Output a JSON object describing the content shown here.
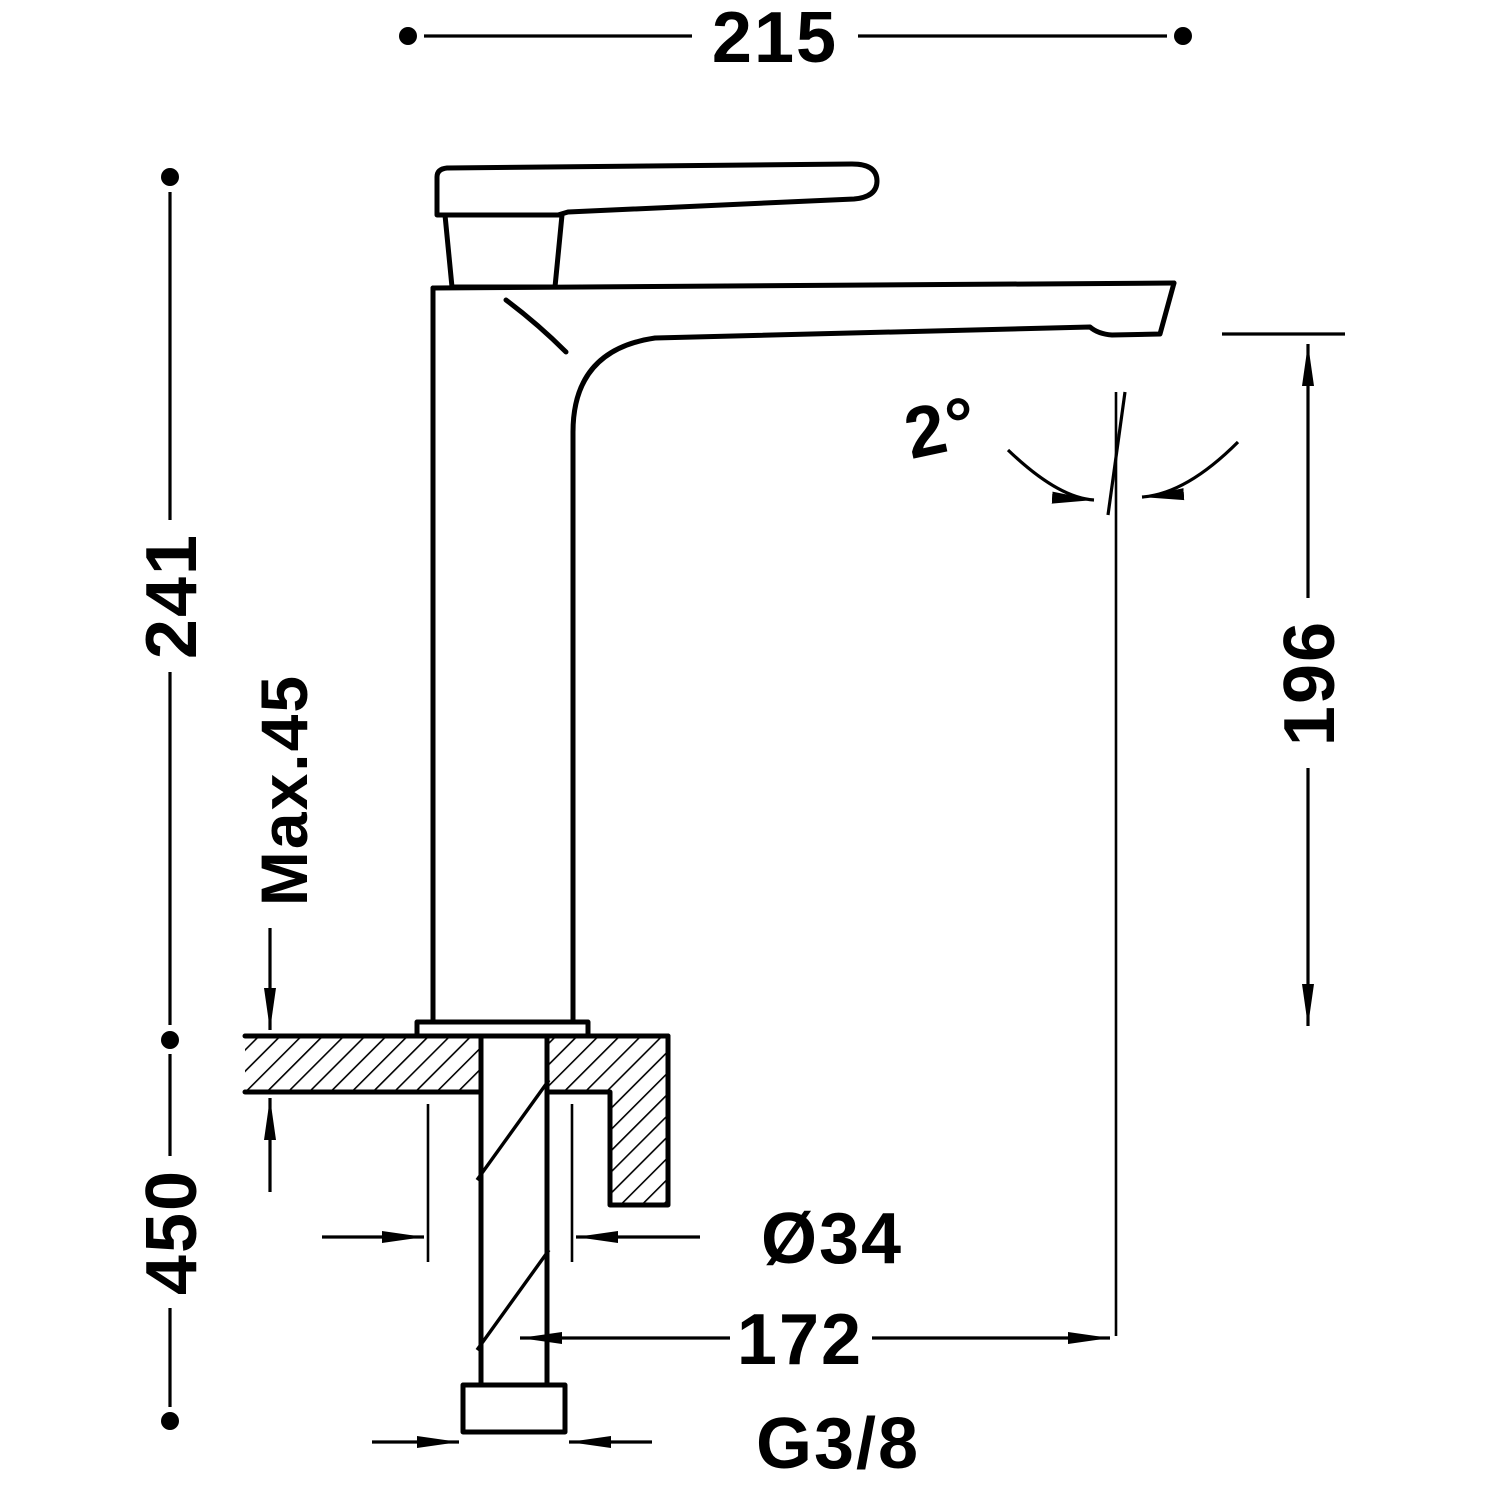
{
  "meta": {
    "title": "Technical dimension drawing",
    "subject": "Single-lever tall basin mixer tap, side elevation with installation dimensions",
    "background_color": "#ffffff",
    "line_color": "#000000"
  },
  "labels": {
    "overall_depth": "215",
    "height_above_deck": "241",
    "max_deck_thickness": "Max.45",
    "supply_length_below_deck": "450",
    "spout_height": "196",
    "spout_angle": "2°",
    "deck_hole_diameter": "Ø34",
    "spout_reach": "172",
    "supply_connection_thread": "G3/8"
  }
}
